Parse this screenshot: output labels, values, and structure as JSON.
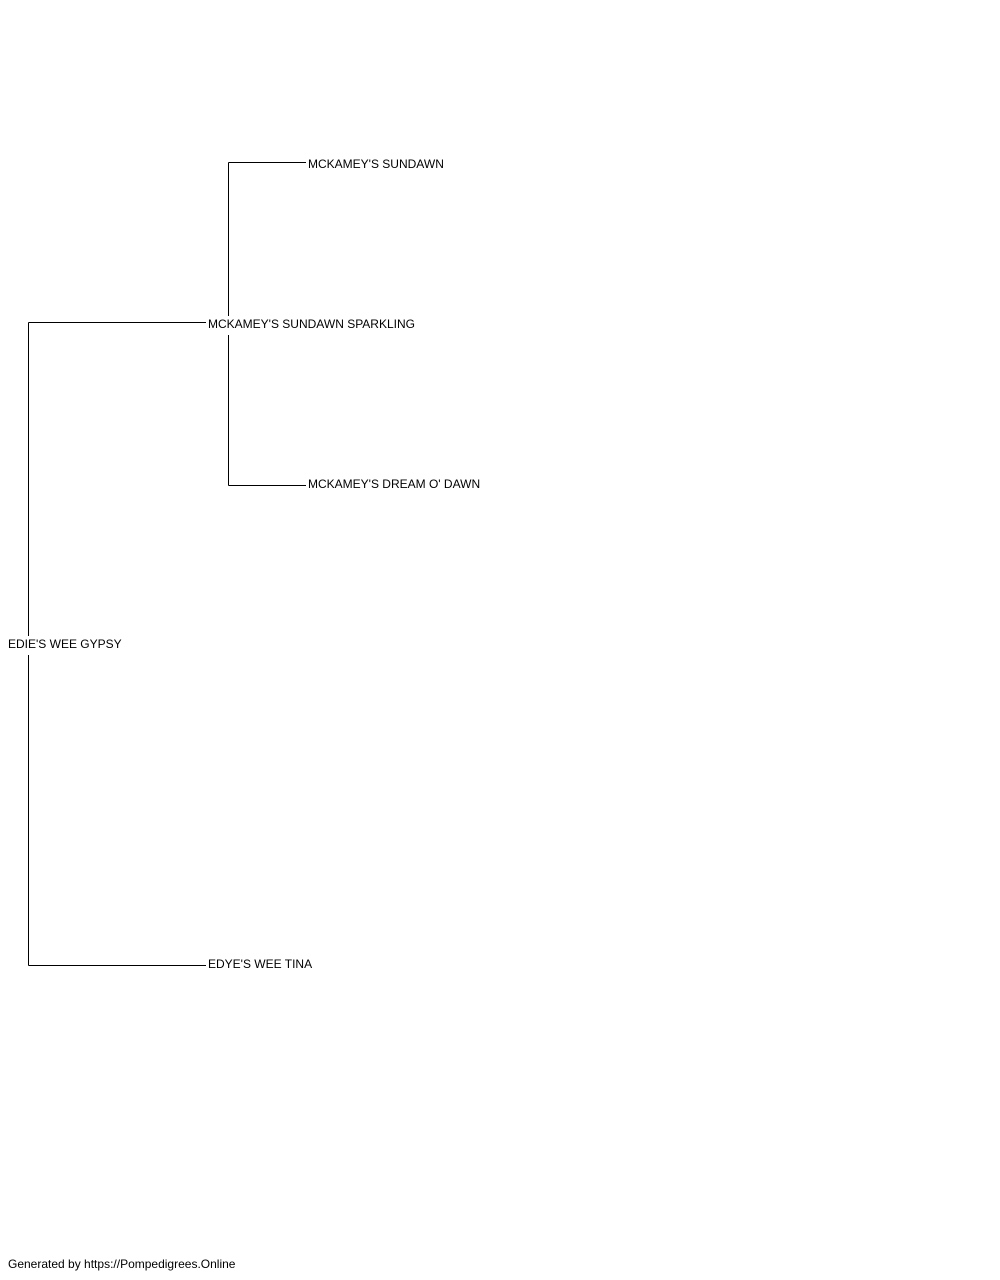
{
  "pedigree": {
    "subject": "EDIE'S WEE GYPSY",
    "sire": "MCKAMEY'S SUNDAWN SPARKLING",
    "sire_sire": "MCKAMEY'S SUNDAWN",
    "sire_dam": "MCKAMEY'S DREAM O' DAWN",
    "dam": "EDYE'S WEE TINA"
  },
  "footer": {
    "text": "Generated by https://Pompedigrees.Online"
  }
}
